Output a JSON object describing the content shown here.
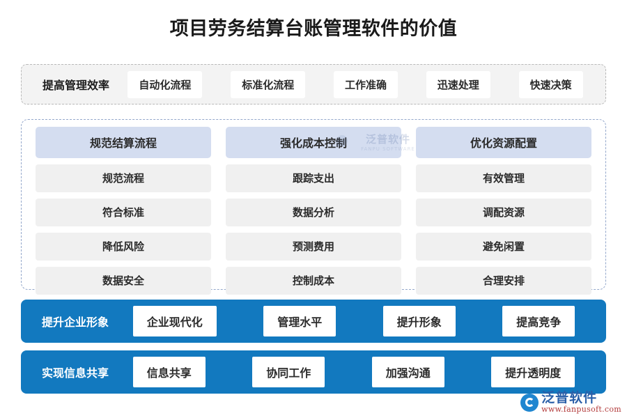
{
  "title": "项目劳务结算台账管理软件的价值",
  "top_band": {
    "label": "提高管理效率",
    "chips": [
      "自动化流程",
      "标准化流程",
      "工作准确",
      "迅速处理",
      "快速决策"
    ]
  },
  "middle_panel": {
    "columns": [
      {
        "header": "规范结算流程",
        "items": [
          "规范流程",
          "符合标准",
          "降低风险",
          "数据安全"
        ]
      },
      {
        "header": "强化成本控制",
        "items": [
          "跟踪支出",
          "数据分析",
          "预测费用",
          "控制成本"
        ]
      },
      {
        "header": "优化资源配置",
        "items": [
          "有效管理",
          "调配资源",
          "避免闲置",
          "合理安排"
        ]
      }
    ]
  },
  "blue_bands": [
    {
      "label": "提升企业形象",
      "chips": [
        "企业现代化",
        "管理水平",
        "提升形象",
        "提高竞争"
      ]
    },
    {
      "label": "实现信息共享",
      "chips": [
        "信息共享",
        "协同工作",
        "加强沟通",
        "提升透明度"
      ]
    }
  ],
  "watermarks": {
    "center_cn": "泛普软件",
    "center_en": "FANPU SOFTWARE",
    "corner_cn": "泛普软件",
    "corner_url": "www.fanpusoft.com"
  },
  "colors": {
    "accent_blue": "#1279bf",
    "header_lavender": "#d4ddf0",
    "item_gray": "#f0f0f0",
    "band_gray": "#f3f3f3",
    "dashed_gray": "#b8b8b8",
    "dashed_blue": "#93a7cb"
  }
}
